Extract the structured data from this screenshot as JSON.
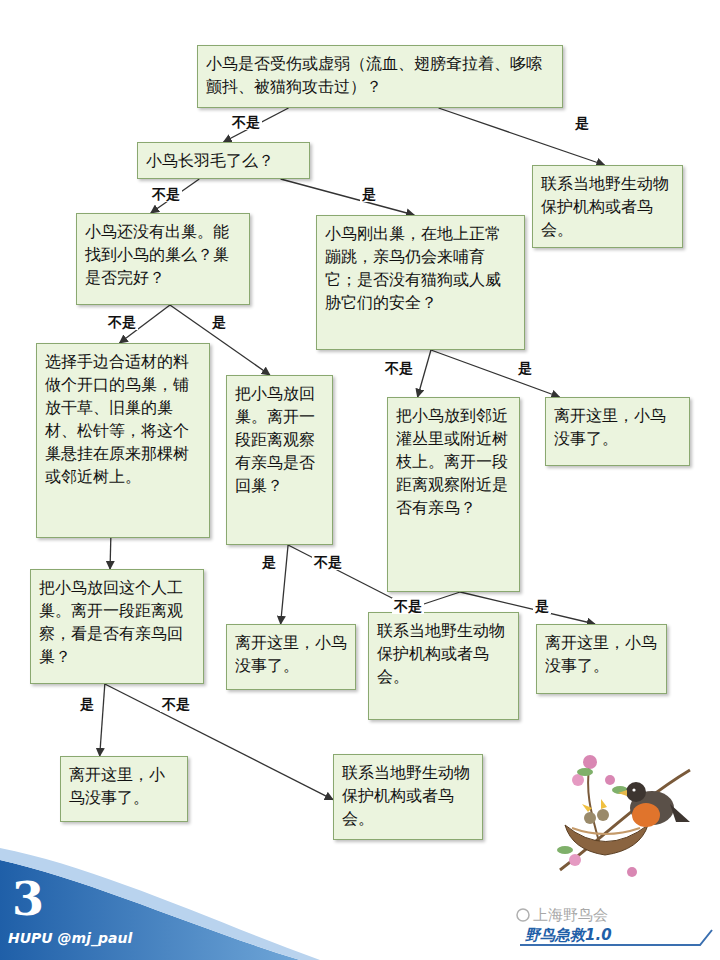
{
  "diagram": {
    "nodes": [
      {
        "text": [
          "小鸟是否受伤或虚弱（流血、翅膀耷拉着、哆嗦颤抖、被猫狗攻击过）？"
        ]
      },
      {
        "text": [
          "小鸟长羽毛了么？"
        ]
      },
      {
        "text": [
          "联系当地野生动物保护机构或者鸟会。"
        ]
      },
      {
        "text": [
          "小鸟还没有出巢。能找到小鸟的巢么？巢是否完好？"
        ]
      },
      {
        "text": [
          "小鸟刚出巢，在地上正常蹦跳，亲鸟仍会来哺育它；是否没有猫狗或人威胁它们的安全？"
        ]
      },
      {
        "text": [
          "选择手边合适材的料做个开口的鸟巢，铺放干草、旧巢的巢材、松针等，将这个巢悬挂在原来那棵树或邻近树上。"
        ]
      },
      {
        "text": [
          "把小鸟放回巢。离开一段距离观察有亲鸟是否回巢？"
        ]
      },
      {
        "text": [
          "把小鸟放到邻近灌丛里或附近树枝上。离开一段距离观察附近是否有亲鸟？"
        ]
      },
      {
        "text": [
          "离开这里，小鸟没事了。"
        ]
      },
      {
        "text": [
          "把小鸟放回这个人工巢。离开一段距离观察，看是否有亲鸟回巢？"
        ]
      },
      {
        "text": [
          "离开这里，小鸟没事了。"
        ]
      },
      {
        "text": [
          "联系当地野生动物保护机构或者鸟会。"
        ]
      },
      {
        "text": [
          "离开这里，小鸟没事了。"
        ]
      },
      {
        "text": [
          "离开这里，小鸟没事了。"
        ]
      },
      {
        "text": [
          "联系当地野生动物保护机构或者鸟会。"
        ]
      }
    ],
    "edges": [
      {
        "from": 0,
        "to": 1,
        "label": "不是",
        "arrow": "to"
      },
      {
        "from": 0,
        "to": 2,
        "label": "是",
        "arrow": "to"
      },
      {
        "from": 1,
        "to": 3,
        "label": "不是",
        "arrow": "to"
      },
      {
        "from": 1,
        "to": 4,
        "label": "是",
        "arrow": "to"
      },
      {
        "from": 3,
        "to": 5,
        "label": "不是",
        "arrow": "to"
      },
      {
        "from": 3,
        "to": 6,
        "label": "是",
        "arrow": "to"
      },
      {
        "from": 4,
        "to": 7,
        "label": "不是",
        "arrow": "to"
      },
      {
        "from": 4,
        "to": 8,
        "label": "是",
        "arrow": "to"
      },
      {
        "from": 6,
        "to": 10,
        "label": "是",
        "arrow": "to"
      },
      {
        "from": 6,
        "to": 11,
        "label": "不是",
        "arrow": "to"
      },
      {
        "from": 7,
        "to": 11,
        "label": "不是",
        "arrow": "to"
      },
      {
        "from": 7,
        "to": 12,
        "label": "是",
        "arrow": "to"
      },
      {
        "from": 5,
        "to": 9,
        "arrow": "to"
      },
      {
        "from": 9,
        "to": 13,
        "label": "是",
        "arrow": "to"
      },
      {
        "from": 9,
        "to": 14,
        "label": "不是",
        "arrow": "to"
      }
    ],
    "labels": [
      "3",
      "HUPU @mj_paul",
      "上海野鸟会",
      "野鸟急救1.0"
    ]
  }
}
